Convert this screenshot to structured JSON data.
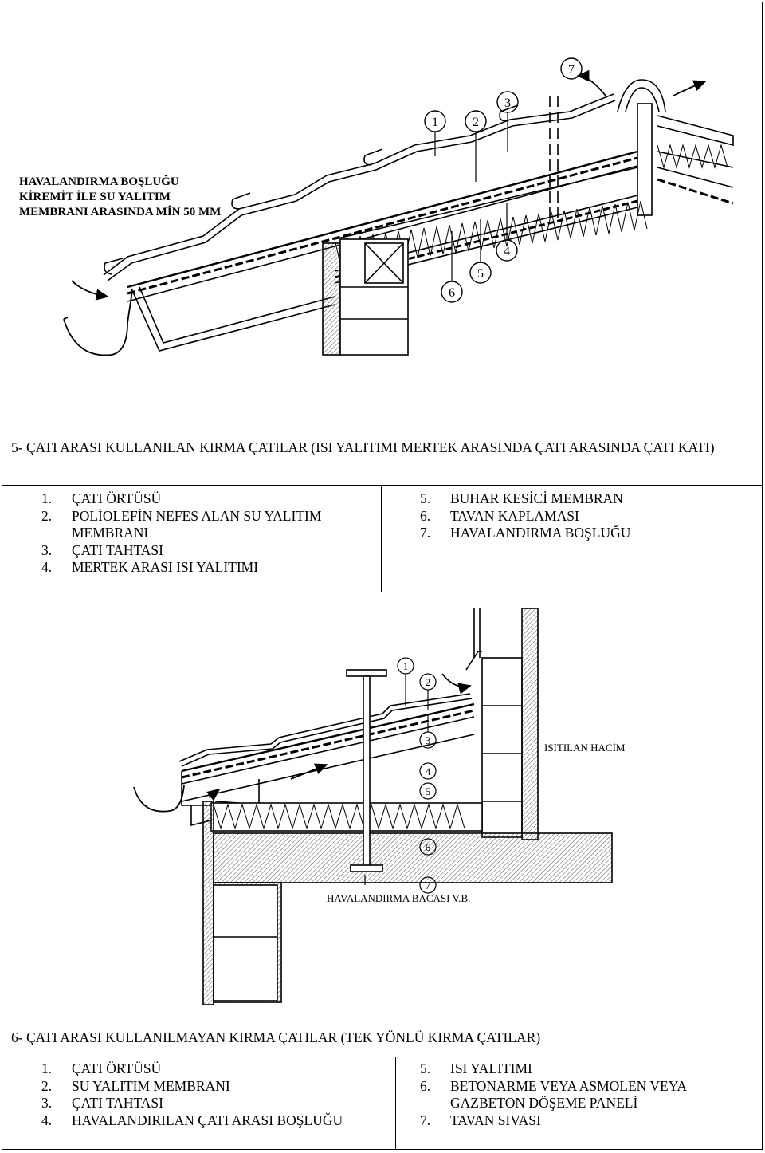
{
  "section5": {
    "drawing": {
      "ventilation_note_lines": [
        "HAVALANDIRMA BOŞLUĞU",
        "KİREMİT İLE SU YALITIM",
        "MEMBRANI ARASINDA MİN 50 MM"
      ],
      "callouts": [
        "1",
        "2",
        "3",
        "4",
        "5",
        "6",
        "7"
      ]
    },
    "title": "5- ÇATI ARASI KULLANILAN KIRMA ÇATILAR (ISI YALITIMI MERTEK ARASINDA ÇATI ARASINDA ÇATI KATI)",
    "legend_left": [
      {
        "num": "1.",
        "text": "ÇATI ÖRTÜSÜ"
      },
      {
        "num": "2.",
        "text": "POLİOLEFİN NEFES ALAN SU YALITIM MEMBRANI"
      },
      {
        "num": "3.",
        "text": "ÇATI TAHTASI"
      },
      {
        "num": "4.",
        "text": "MERTEK ARASI ISI YALITIMI"
      }
    ],
    "legend_right": [
      {
        "num": "5.",
        "text": "BUHAR KESİCİ MEMBRAN"
      },
      {
        "num": "6.",
        "text": "TAVAN KAPLAMASI"
      },
      {
        "num": "7.",
        "text": "HAVALANDIRMA BOŞLUĞU"
      }
    ]
  },
  "section6": {
    "drawing": {
      "heated_space_label": "ISITILAN HACİM",
      "chimney_label": "HAVALANDIRMA BACASI V.B.",
      "callouts": [
        "1",
        "2",
        "3",
        "4",
        "5",
        "6",
        "7"
      ]
    },
    "title": "6- ÇATI ARASI KULLANILMAYAN KIRMA ÇATILAR (TEK YÖNLÜ KIRMA ÇATILAR)",
    "legend_left": [
      {
        "num": "1.",
        "text": "ÇATI ÖRTÜSÜ"
      },
      {
        "num": "2.",
        "text": "SU YALITIM MEMBRANI"
      },
      {
        "num": "3.",
        "text": "ÇATI TAHTASI"
      },
      {
        "num": "4.",
        "text": "HAVALANDIRILAN ÇATI ARASI BOŞLUĞU"
      }
    ],
    "legend_right": [
      {
        "num": "5.",
        "text": "ISI YALITIMI"
      },
      {
        "num": "6.",
        "text": "BETONARME VEYA ASMOLEN VEYA GAZBETON DÖŞEME PANELİ"
      },
      {
        "num": "7.",
        "text": "TAVAN SIVASI"
      }
    ]
  }
}
